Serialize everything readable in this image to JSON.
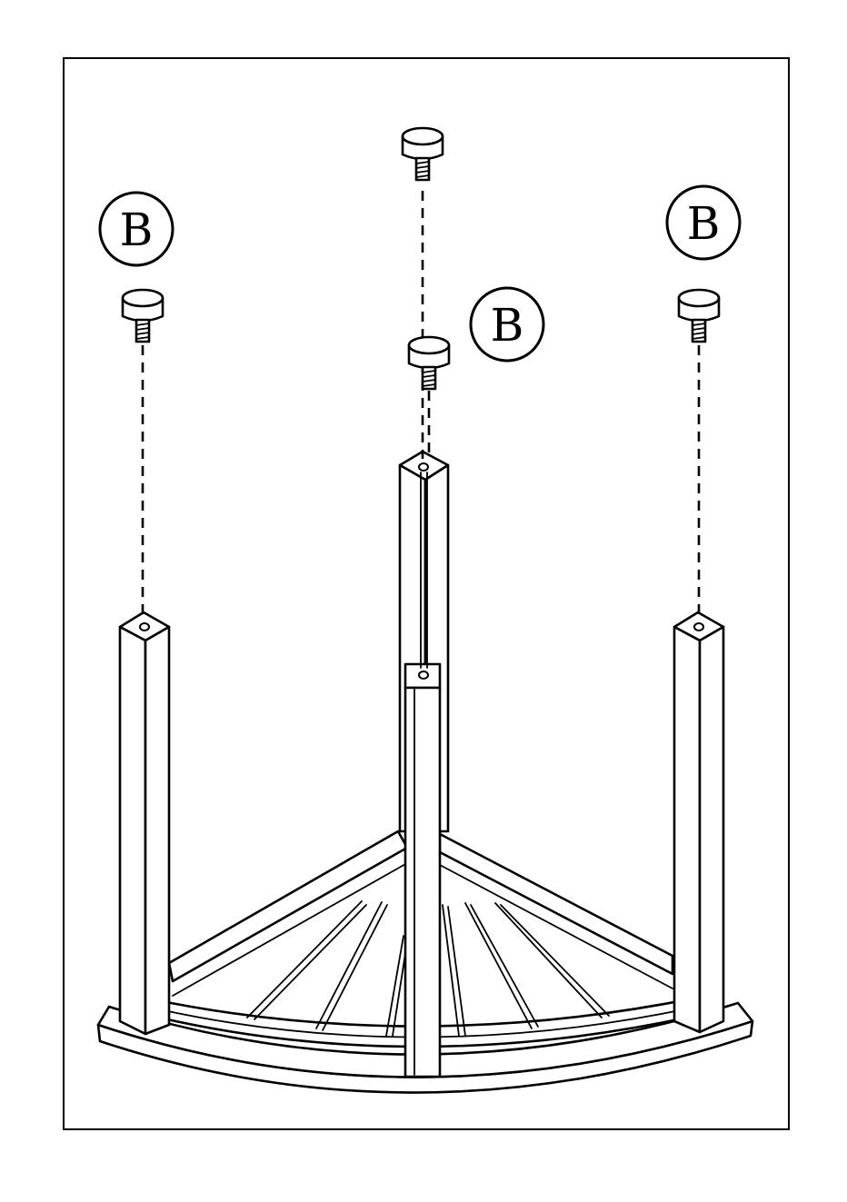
{
  "diagram": {
    "part_label": "B",
    "callout_count": 3,
    "glide_count": 4,
    "leg_count": 4
  }
}
